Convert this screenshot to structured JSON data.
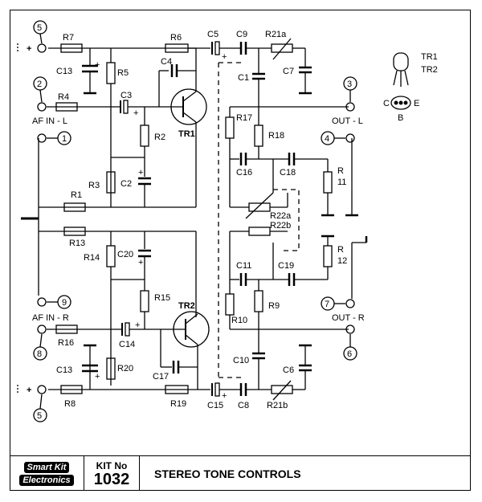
{
  "title": "STEREO TONE CONTROLS",
  "kit": {
    "label": "KIT No",
    "number": "1032"
  },
  "logo": {
    "line1": "Smart Kit",
    "line2": "Electronics"
  },
  "terminals": {
    "t1": "1",
    "t2": "2",
    "t3": "3",
    "t4": "4",
    "t5a": "5",
    "t5b": "5",
    "t6": "6",
    "t7": "7",
    "t8": "8",
    "t9": "9"
  },
  "signals": {
    "af_in_l": "AF IN - L",
    "af_in_r": "AF IN - R",
    "out_l": "OUT - L",
    "out_r": "OUT - R",
    "plus_top": "+",
    "plus_bottom": "+",
    "cap_plus": "+"
  },
  "components": {
    "R7": "R7",
    "R6": "R6",
    "C5": "C5",
    "C9": "C9",
    "R21a": "R21a",
    "C13_top": "C13",
    "R5": "R5",
    "C4": "C4",
    "C1": "C1",
    "C7": "C7",
    "R4": "R4",
    "C3": "C3",
    "TR1": "TR1",
    "R2": "R2",
    "R17": "R17",
    "R18": "R18",
    "C16": "C16",
    "C18": "C18",
    "R11a": "R",
    "R11b": "11",
    "R3": "R3",
    "C2": "C2",
    "R1": "R1",
    "R22a": "R22a",
    "R22b": "R22b",
    "R13": "R13",
    "R14": "R14",
    "C20": "C20",
    "C11": "C11",
    "C19": "C19",
    "R12a": "R",
    "R12b": "12",
    "R15": "R15",
    "TR2": "TR2",
    "R9": "R9",
    "R10": "R10",
    "R16": "R16",
    "C14": "C14",
    "C13_bot": "C13",
    "R20": "R20",
    "C10": "C10",
    "C6": "C6",
    "C17": "C17",
    "R8": "R8",
    "R19": "R19",
    "C15": "C15",
    "C8": "C8",
    "R21b": "R21b"
  },
  "pinout": {
    "tr1": "TR1",
    "tr2": "TR2",
    "c": "C",
    "b": "B",
    "e": "E"
  }
}
